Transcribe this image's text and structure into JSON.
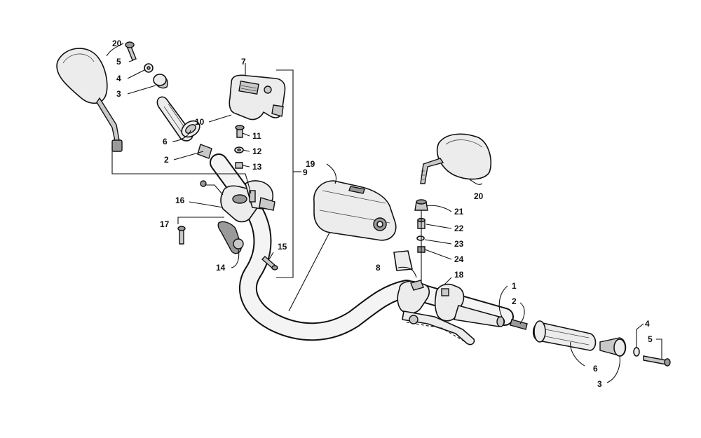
{
  "callouts": {
    "c20a": "20",
    "c5a": "5",
    "c4a": "4",
    "c3a": "3",
    "c6a": "6",
    "c2a": "2",
    "c7": "7",
    "c10": "10",
    "c11": "11",
    "c12": "12",
    "c13": "13",
    "c9": "9",
    "c19": "19",
    "c16": "16",
    "c17": "17",
    "c15": "15",
    "c14": "14",
    "c20b": "20",
    "c21": "21",
    "c22": "22",
    "c23": "23",
    "c24": "24",
    "c8": "8",
    "c18": "18",
    "c1": "1",
    "c2b": "2",
    "c6b": "6",
    "c3b": "3",
    "c4b": "4",
    "c5b": "5"
  }
}
